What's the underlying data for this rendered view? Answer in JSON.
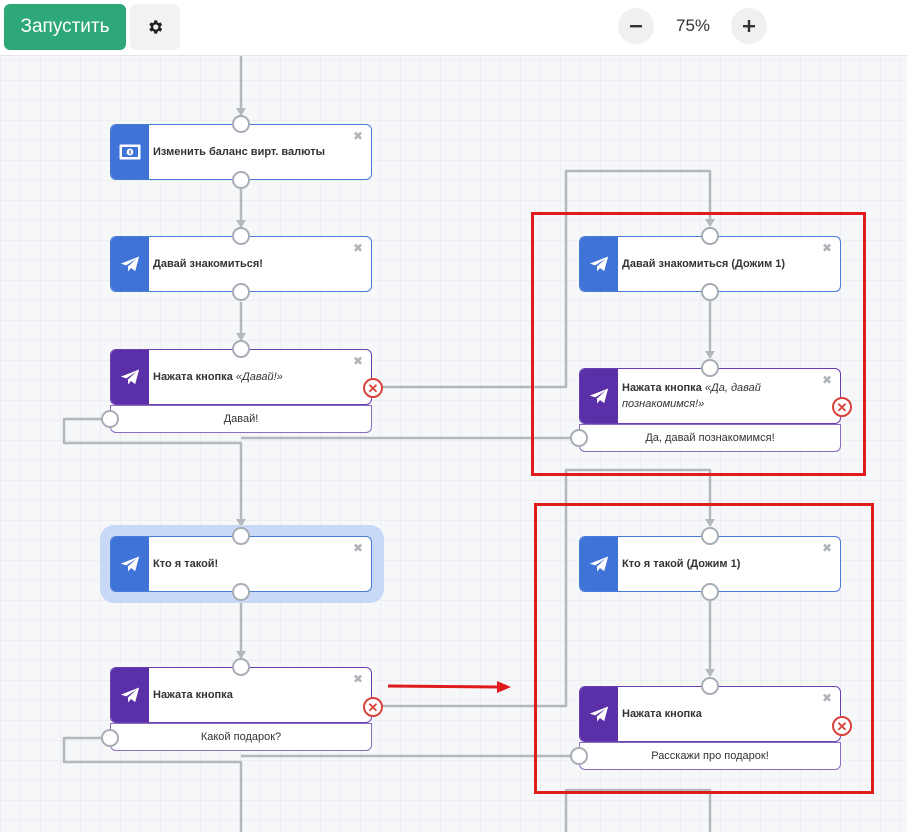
{
  "toolbar": {
    "run_label": "Запустить",
    "settings_icon": "gear-icon",
    "zoom_level": "75%",
    "zoom_out_icon": "minus-icon",
    "zoom_in_icon": "plus-icon"
  },
  "nodes": {
    "balance": {
      "title": "Изменить баланс вирт. валюты",
      "icon": "money-icon"
    },
    "greet": {
      "title": "Давай знакомиться!",
      "icon": "telegram-icon"
    },
    "pressed1": {
      "title": "Нажата кнопка",
      "title_quote": "«Давай!»",
      "button": "Давай!",
      "icon": "telegram-icon"
    },
    "greet_push": {
      "title": "Давай знакомиться (Дожим 1)",
      "icon": "telegram-icon"
    },
    "pressed_push": {
      "title": "Нажата кнопка",
      "title_quote": "«Да, давай познакомимся!»",
      "button": "Да, давай познакомимся!",
      "icon": "telegram-icon"
    },
    "who": {
      "title": "Кто я такой!",
      "icon": "telegram-icon"
    },
    "who_push": {
      "title": "Кто я такой (Дожим 1)",
      "icon": "telegram-icon"
    },
    "pressed2": {
      "title": "Нажата кнопка",
      "button": "Какой подарок?",
      "icon": "telegram-icon"
    },
    "pressed2_push": {
      "title": "Нажата кнопка",
      "button": "Расскажи про подарок!",
      "icon": "telegram-icon"
    }
  },
  "close_glyph": "✖",
  "error_glyph": "✕",
  "colors": {
    "accent_green": "#2ea879",
    "message_blue": "#3f73d8",
    "button_purple": "#5a2fa8",
    "highlight_red": "#e01b1b",
    "error_red": "#d9413a"
  }
}
